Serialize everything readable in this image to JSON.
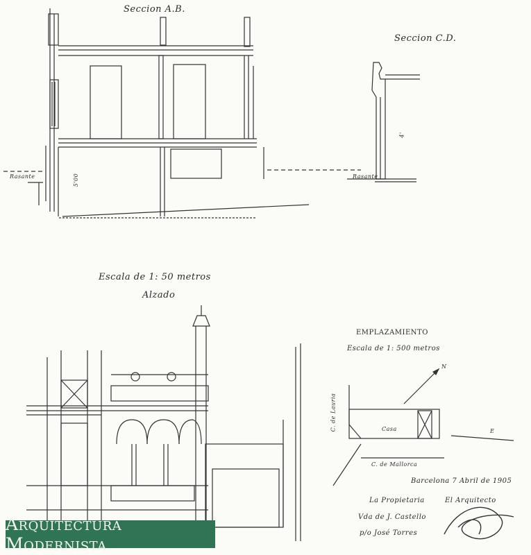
{
  "drawing": {
    "section_ab": {
      "title": "Seccion A.B.",
      "ground_label": "Rasante",
      "height_note": "5'00"
    },
    "section_cd": {
      "title": "Seccion C.D.",
      "ground_label": "Rasante",
      "height_note": "4'"
    },
    "scale": {
      "label": "Escala de 1: 50 metros"
    },
    "elevation": {
      "title": "Alzado"
    },
    "site_plan": {
      "title": "EMPLAZAMIENTO",
      "scale": "Escala de 1: 500 metros",
      "north": "N",
      "street_left": "C. de Lauria",
      "street_bottom": "C. de Mallorca",
      "building": "Casa",
      "side_mark": "E"
    },
    "date": "Barcelona 7 Abril de 1905",
    "signatures": {
      "owner_heading": "La Propietaria",
      "architect_heading": "El Arquitecto",
      "owner_line1": "Vda de J. Castello",
      "owner_line2": "p/o José Torres"
    }
  },
  "watermark": {
    "text": "Arquitectura Modernista",
    "color": "#2f7553"
  }
}
